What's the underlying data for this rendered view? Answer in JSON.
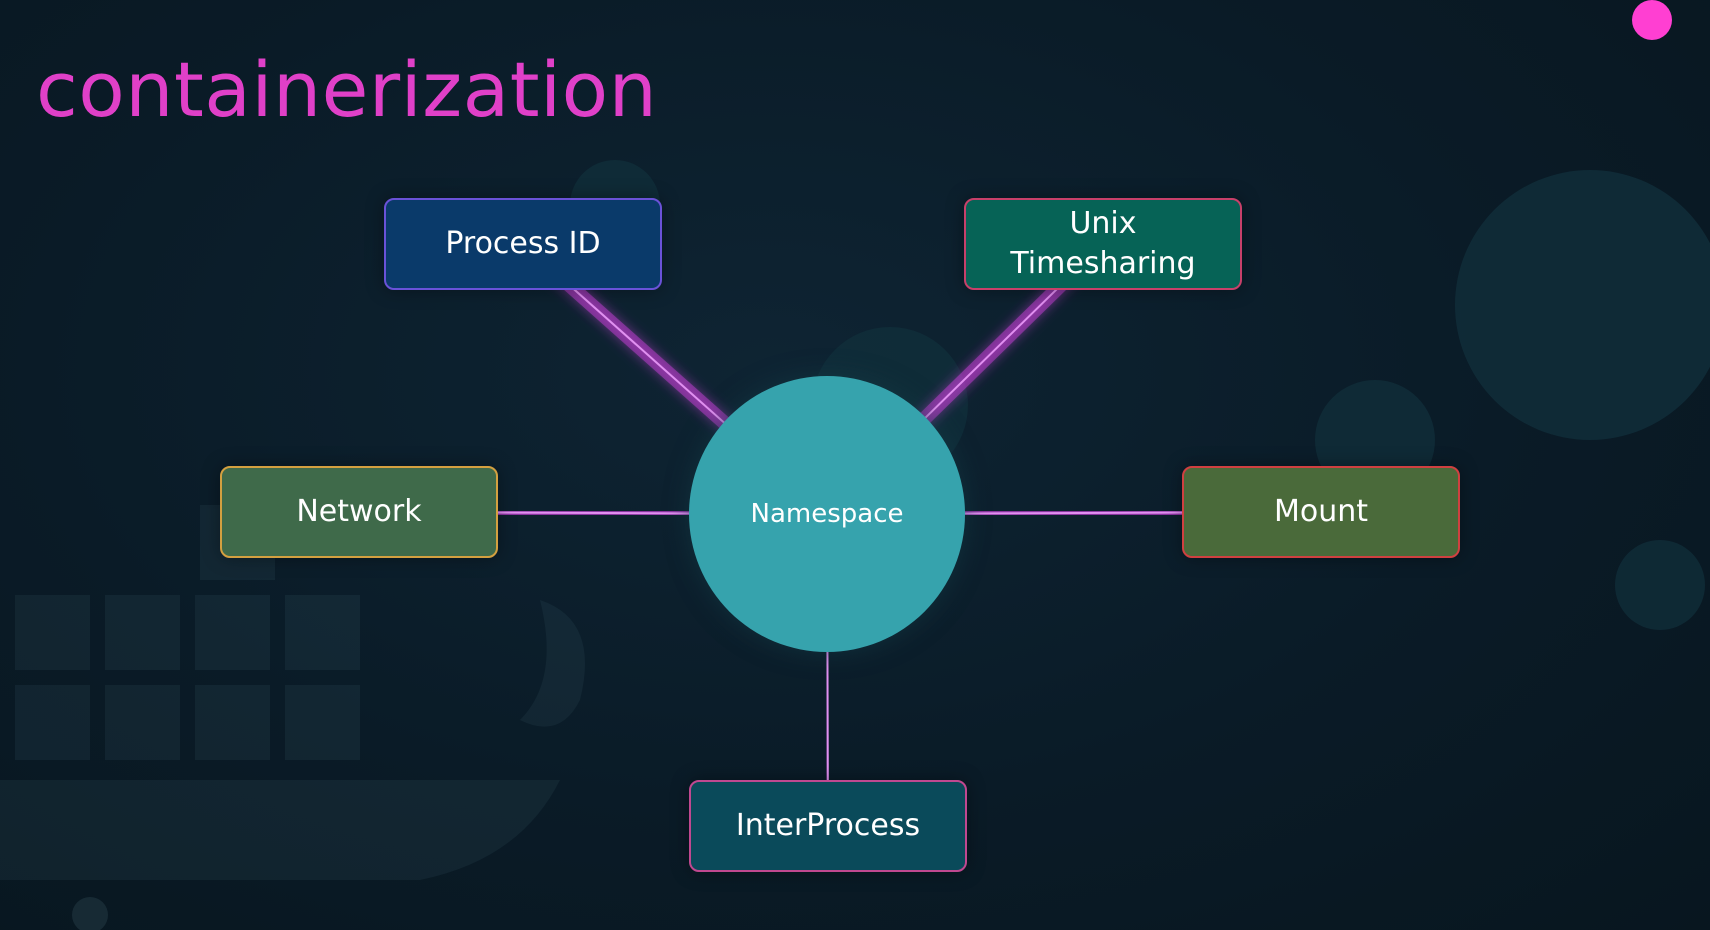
{
  "title": "containerization",
  "colors": {
    "title": "#e040c8",
    "accent_dot": "#ff3fd2",
    "connector": "#d040e0",
    "hub_fill": "#36a3ad"
  },
  "hub": {
    "label": "Namespace"
  },
  "nodes": [
    {
      "id": "process-id",
      "label": "Process ID",
      "fill": "#0a3a6a",
      "border": "#6a52d8"
    },
    {
      "id": "unix",
      "label": "Unix\nTimesharing",
      "fill": "#066356",
      "border": "#c8406a"
    },
    {
      "id": "network",
      "label": "Network",
      "fill": "#3f6a4a",
      "border": "#d4a040"
    },
    {
      "id": "mount",
      "label": "Mount",
      "fill": "#4a6a3a",
      "border": "#d04040"
    },
    {
      "id": "interprocess",
      "label": "InterProcess",
      "fill": "#0a4a5a",
      "border": "#c04890"
    }
  ],
  "edges": [
    {
      "from": "hub",
      "to": "process-id"
    },
    {
      "from": "hub",
      "to": "unix"
    },
    {
      "from": "hub",
      "to": "network"
    },
    {
      "from": "hub",
      "to": "mount"
    },
    {
      "from": "hub",
      "to": "interprocess"
    }
  ]
}
